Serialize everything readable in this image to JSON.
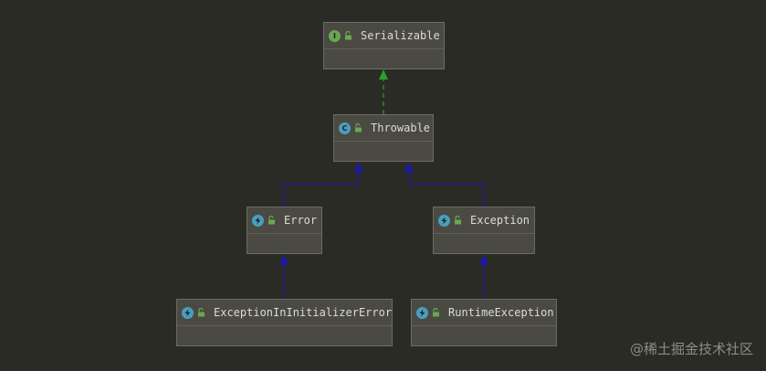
{
  "diagram": {
    "nodes": [
      {
        "id": "serializable",
        "label": "Serializable",
        "kind": "interface",
        "badge_letter": "I"
      },
      {
        "id": "throwable",
        "label": "Throwable",
        "kind": "class",
        "badge_letter": "C"
      },
      {
        "id": "error",
        "label": "Error",
        "kind": "exception",
        "badge_letter": ""
      },
      {
        "id": "exception",
        "label": "Exception",
        "kind": "exception",
        "badge_letter": ""
      },
      {
        "id": "exception-in-initializer-error",
        "label": "ExceptionInInitializerError",
        "kind": "exception",
        "badge_letter": ""
      },
      {
        "id": "runtime-exception",
        "label": "RuntimeException",
        "kind": "exception",
        "badge_letter": ""
      }
    ],
    "edges": [
      {
        "from": "throwable",
        "to": "serializable",
        "type": "implements",
        "color": "#2e9e2e"
      },
      {
        "from": "error",
        "to": "throwable",
        "type": "extends",
        "color": "#1a1aa8"
      },
      {
        "from": "exception",
        "to": "throwable",
        "type": "extends",
        "color": "#1a1aa8"
      },
      {
        "from": "exception-in-initializer-error",
        "to": "error",
        "type": "extends",
        "color": "#1a1aa8"
      },
      {
        "from": "runtime-exception",
        "to": "exception",
        "type": "extends",
        "color": "#1a1aa8"
      }
    ]
  },
  "colors": {
    "background": "#2b2b26",
    "node_fill": "#4a4a43",
    "interface_badge": "#69a653",
    "class_badge": "#4a9ec0",
    "lock_icon": "#6aa84f"
  },
  "watermark": "@稀土掘金技术社区"
}
